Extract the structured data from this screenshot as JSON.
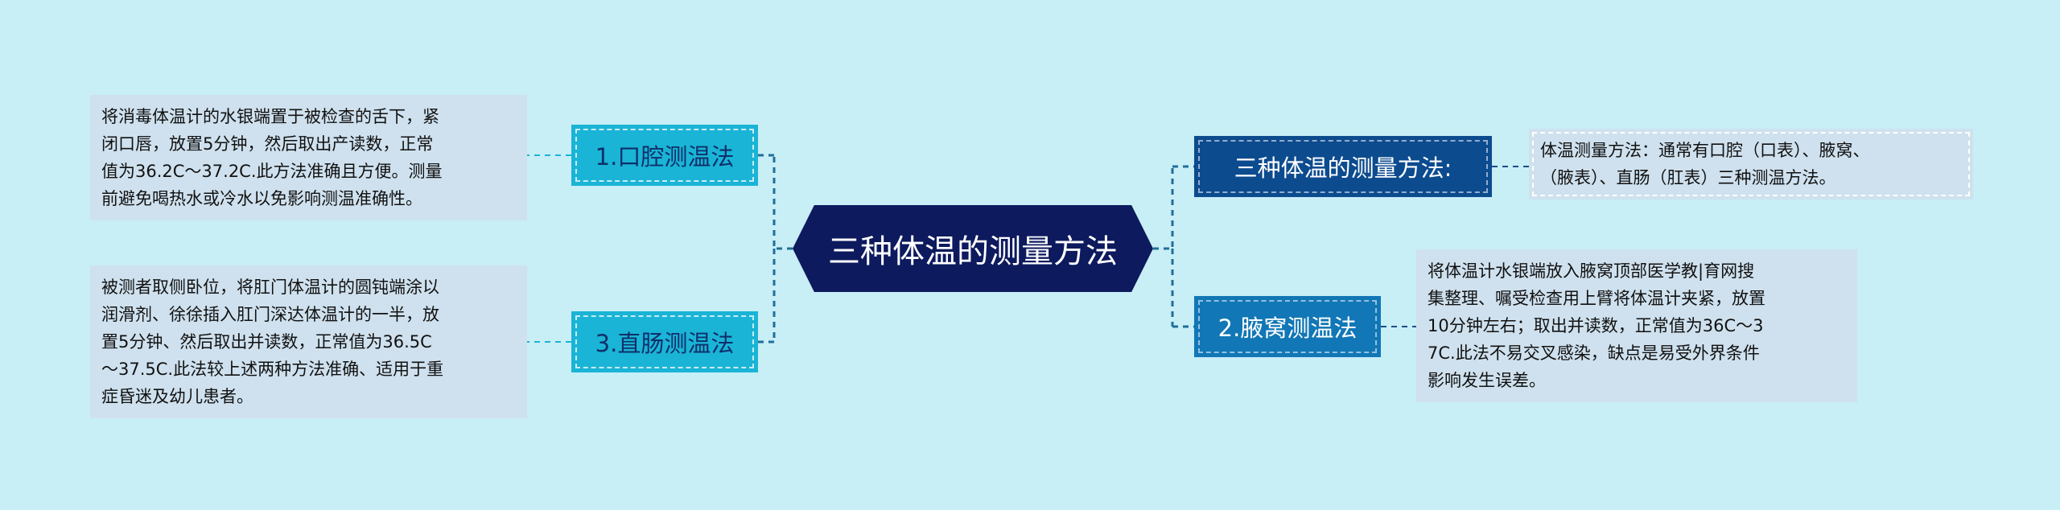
{
  "center": {
    "title": "三种体温的测量方法"
  },
  "left": {
    "oral": {
      "label": "1.口腔测温法",
      "detail": "将消毒体温计的水银端置于被检查的舌下，紧\n闭口唇，放置5分钟，然后取出产读数，正常\n值为36.2C～37.2C.此方法准确且方便。测量\n前避免喝热水或冷水以免影响测温准确性。"
    },
    "rectal": {
      "label": "3.直肠测温法",
      "detail": "被测者取侧卧位，将肛门体温计的圆钝端涂以\n润滑剂、徐徐插入肛门深达体温计的一半，放\n置5分钟、然后取出并读数，正常值为36.5C\n～37.5C.此法较上述两种方法准确、适用于重\n症昏迷及幼儿患者。"
    }
  },
  "right": {
    "methods": {
      "label": "三种体温的测量方法:",
      "detail": "体温测量方法：通常有口腔（口表）、腋窝、\n（腋表）、直肠（肛表）三种测温方法。"
    },
    "axillary": {
      "label": "2.腋窝测温法",
      "detail": "将体温计水银端放入腋窝顶部医学教|育网搜\n集整理、嘱受检查用上臂将体温计夹紧，放置\n10分钟左右；取出并读数，正常值为36C～3\n7C.此法不易交叉感染，缺点是易受外界条件\n影响发生误差。"
    }
  },
  "colors": {
    "background": "#c8eef6",
    "center": "#0d1a5e",
    "left_branch": "#1ab4d6",
    "right_top_branch": "#0d4b8f",
    "right_bottom_branch": "#1177b6",
    "leaf": "#cfe1ee"
  }
}
